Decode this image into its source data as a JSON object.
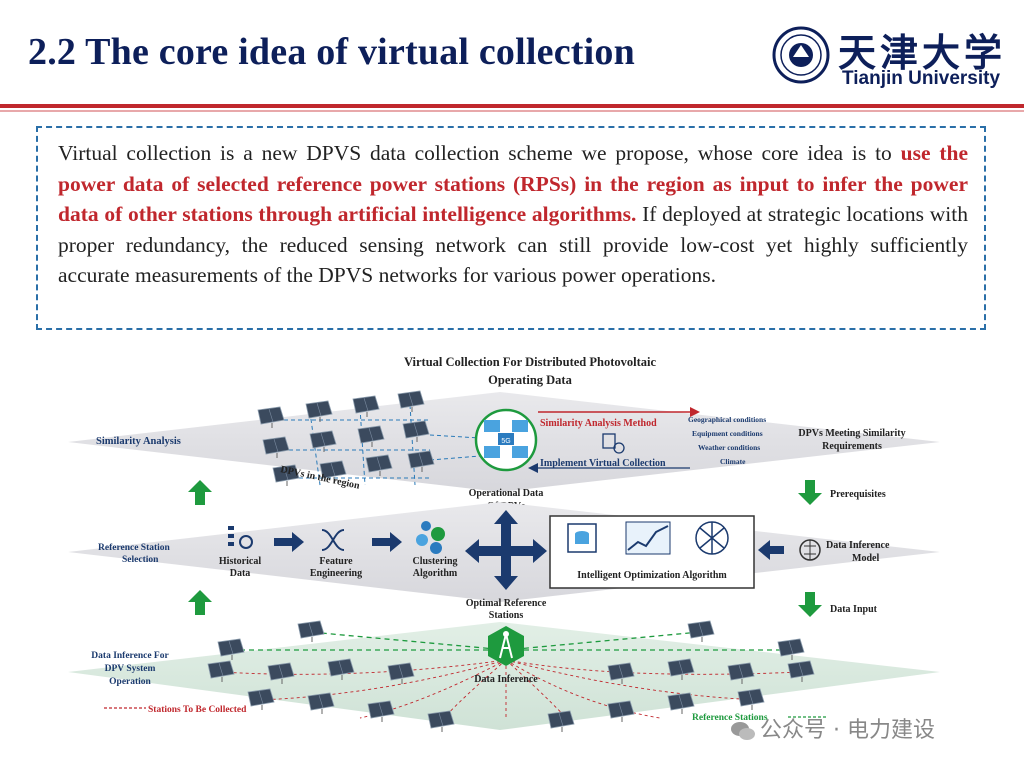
{
  "slide": {
    "title": "2.2 The core idea of virtual collection",
    "university_cn": "天津大学",
    "university_en": "Tianjin University"
  },
  "intro": {
    "part1": "Virtual collection is a new DPVS data collection scheme we propose, whose core idea is to ",
    "emphasis": "use the power data of selected reference power stations (RPSs) in the region as input to infer the power data of other stations through artificial intelligence algorithms.",
    "part2": " If deployed at strategic locations with proper redundancy, the reduced sensing network can still provide low-cost yet highly sufficiently accurate measurements of the DPVS networks for various power operations."
  },
  "diagram": {
    "title_line1": "Virtual Collection For Distributed Photovoltaic",
    "title_line2": "Operating Data",
    "top_layer": {
      "left_label": "Similarity Analysis",
      "dpvs_region": "DPVs in the region",
      "method_label": "Similarity Analysis Method",
      "implement_label": "Implement Virtual Collection",
      "conditions": [
        "Geographical conditions",
        "Equipment conditions",
        "Weather conditions",
        "Climate"
      ],
      "right_label_line1": "DPVs Meeting Similarity",
      "right_label_line2": "Requirements",
      "center_icon": "5G",
      "bottom_label_line1": "Operational Data",
      "bottom_label_line2": "Of DPVs"
    },
    "prerequisites": "Prerequisites",
    "middle_layer": {
      "left_label_line1": "Reference Station",
      "left_label_line2": "Selection",
      "steps": [
        {
          "line1": "Historical",
          "line2": "Data"
        },
        {
          "line1": "Feature",
          "line2": "Engineering"
        },
        {
          "line1": "Clustering",
          "line2": "Algorithm"
        }
      ],
      "optimization": "Intelligent Optimization Algorithm",
      "right_label_line1": "Data Inference",
      "right_label_line2": "Model"
    },
    "data_input": "Data Input",
    "bottom_layer": {
      "top_label_line1": "Optimal Reference",
      "top_label_line2": "Stations",
      "left_label_line1": "Data Inference For",
      "left_label_line2": "DPV System",
      "left_label_line3": "Operation",
      "center_label": "Data Inference",
      "legend_collected": "Stations To Be Collected",
      "legend_reference": "Reference Stations"
    }
  },
  "watermark": "公众号 · 电力建设",
  "colors": {
    "title": "#0d1f5a",
    "accent_red": "#c0272d",
    "border_blue": "#2a6fa8",
    "arrow_green": "#1e9a3e",
    "navy": "#1b3a6e"
  }
}
